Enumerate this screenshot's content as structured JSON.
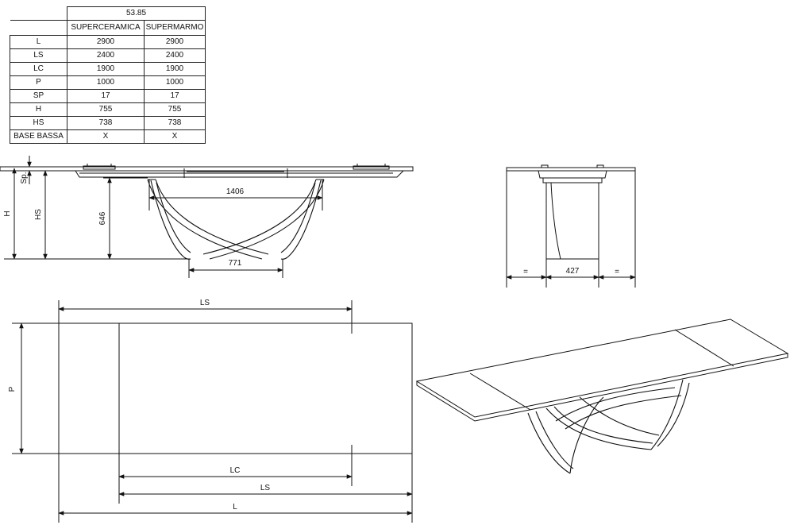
{
  "table": {
    "model_code": "53.85",
    "columns": [
      "SUPERCERAMICA",
      "SUPERMARMO"
    ],
    "rows": [
      {
        "label": "L",
        "values": [
          "2900",
          "2900"
        ]
      },
      {
        "label": "LS",
        "values": [
          "2400",
          "2400"
        ]
      },
      {
        "label": "LC",
        "values": [
          "1900",
          "1900"
        ]
      },
      {
        "label": "P",
        "values": [
          "1000",
          "1000"
        ]
      },
      {
        "label": "SP",
        "values": [
          "17",
          "17"
        ]
      },
      {
        "label": "H",
        "values": [
          "755",
          "755"
        ]
      },
      {
        "label": "HS",
        "values": [
          "738",
          "738"
        ]
      },
      {
        "label": "BASE BASSA",
        "values": [
          "X",
          "X"
        ]
      }
    ]
  },
  "front_view": {
    "sp_label": "Sp.",
    "h_label": "H",
    "hs_label": "HS",
    "base_height": "646",
    "base_top_width": "1406",
    "base_foot_width": "771"
  },
  "side_view": {
    "left_margin": "=",
    "base_width": "427",
    "right_margin": "="
  },
  "plan_view": {
    "ls_top": "LS",
    "p_label": "P",
    "lc_label": "LC",
    "ls_bottom": "LS",
    "l_label": "L"
  },
  "colors": {
    "line": "#111111",
    "background": "#ffffff"
  }
}
